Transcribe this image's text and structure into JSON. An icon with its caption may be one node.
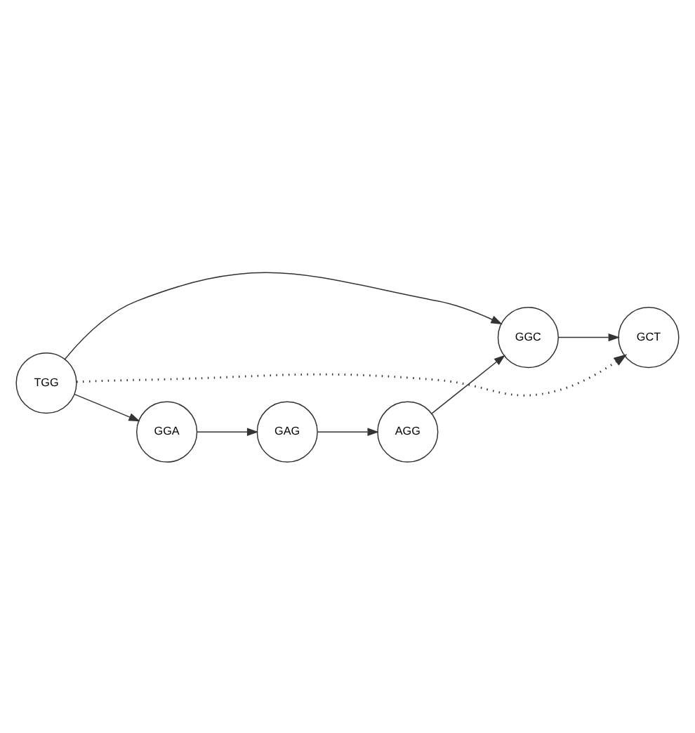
{
  "diagram": {
    "nodes": [
      {
        "text": [
          "GGC"
        ]
      },
      {
        "text": [
          "GCT"
        ]
      },
      {
        "text": [
          "TGG"
        ]
      },
      {
        "text": [
          "AGG"
        ]
      },
      {
        "text": [
          "GGA"
        ]
      },
      {
        "text": [
          "GAG"
        ]
      }
    ],
    "edges": [
      {
        "from": 2,
        "to": 0,
        "arrow": "to"
      },
      {
        "from": 0,
        "to": 1,
        "arrow": "to"
      },
      {
        "from": 3,
        "to": 0,
        "arrow": "to"
      },
      {
        "from": 2,
        "to": 4,
        "arrow": "to"
      },
      {
        "from": 4,
        "to": 5,
        "arrow": "to"
      },
      {
        "from": 5,
        "to": 3,
        "arrow": "to"
      },
      {
        "from": 2,
        "to": 1,
        "arrow": "to",
        "style": "dashed"
      }
    ]
  }
}
